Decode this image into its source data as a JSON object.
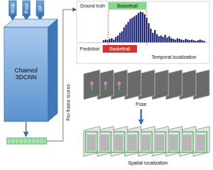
{
  "diagram": {
    "nodes": [
      {
        "text": [
          "Chained 3DCNN"
        ]
      },
      {
        "text": [
          "Basketball"
        ]
      },
      {
        "text": [
          "Basketball"
        ]
      }
    ],
    "labels": [
      "RGB",
      "Pose",
      "OF",
      "Per-frame scores",
      "Ground truth",
      "Prediction",
      "Temporal localization",
      "Pose",
      "Spatial localization"
    ]
  }
}
